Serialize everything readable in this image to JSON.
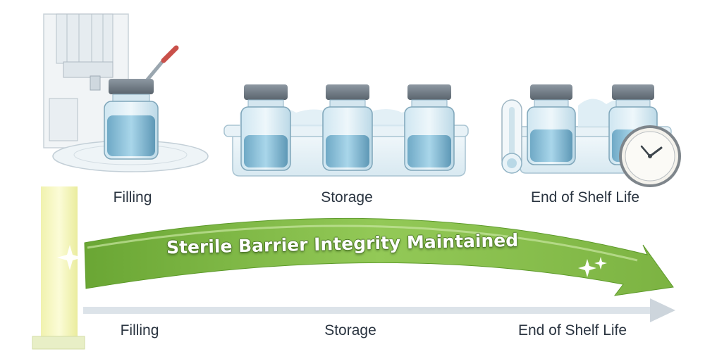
{
  "stages_top": [
    "Filling",
    "Storage",
    "End of Shelf Life"
  ],
  "banner": {
    "text": "Sterile Barrier Integrity Maintained"
  },
  "stages_bottom": [
    "Filling",
    "Storage",
    "End of Shelf Life"
  ],
  "colors": {
    "vial_liquid": "#8ec3dc",
    "vial_cap": "#6f7a84",
    "banner_green": "#8bc34a",
    "timeline_arrow": "#d6dde4",
    "pillar_yellow": "#f3f19a"
  },
  "icons": [
    "filling-machine-icon",
    "vial-icon",
    "ice-tray-icon",
    "thermometer-icon",
    "clock-icon",
    "sparkle-icon"
  ]
}
